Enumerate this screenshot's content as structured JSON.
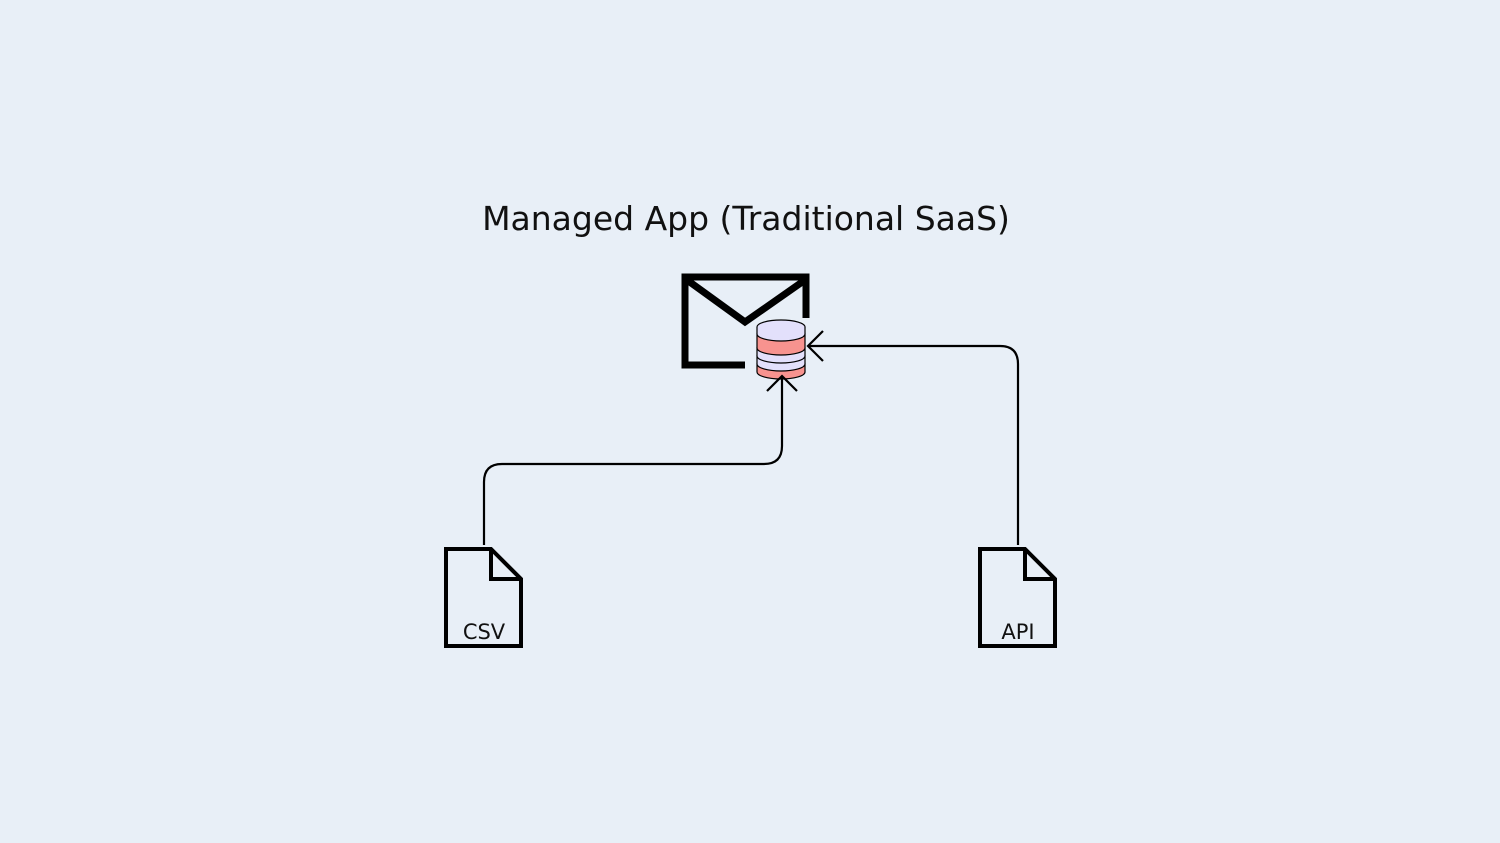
{
  "diagram": {
    "title": "Managed App (Traditional SaaS)",
    "nodes": {
      "app": {
        "icon": "mail-icon",
        "database_icon": "database-icon"
      },
      "csv": {
        "label": "CSV",
        "icon": "document-icon"
      },
      "api": {
        "label": "API",
        "icon": "document-icon"
      }
    },
    "edges": [
      {
        "from": "CSV",
        "to": "database"
      },
      {
        "from": "API",
        "to": "database"
      }
    ],
    "colors": {
      "background": "#e8eff7",
      "stroke": "#000000",
      "database_pink": "#f7938f",
      "database_lavender": "#e3e0fb"
    }
  }
}
